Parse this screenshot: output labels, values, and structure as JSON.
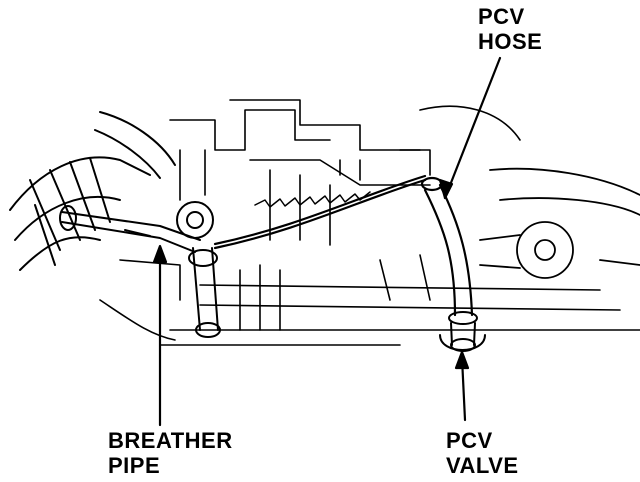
{
  "labels": {
    "pcv_hose": {
      "line1": "PCV",
      "line2": "HOSE"
    },
    "breather_pipe": {
      "line1": "BREATHER",
      "line2": "PIPE"
    },
    "pcv_valve": {
      "line1": "PCV",
      "line2": "VALVE"
    }
  },
  "colors": {
    "ink": "#000000",
    "paper": "#ffffff"
  }
}
